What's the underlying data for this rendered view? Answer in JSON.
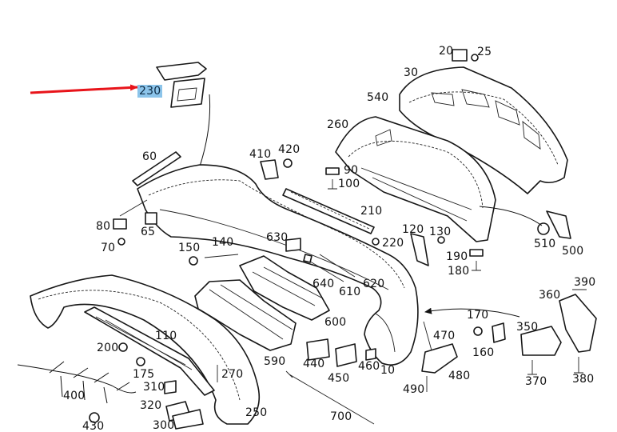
{
  "diagram": {
    "highlight_color": "#8cc4ea",
    "arrow_color": "#e8141a",
    "highlighted_part": "230",
    "labels": [
      "20",
      "25",
      "30",
      "540",
      "260",
      "410",
      "420",
      "90",
      "100",
      "60",
      "230",
      "80",
      "65",
      "70",
      "150",
      "140",
      "630",
      "210",
      "220",
      "120",
      "130",
      "190",
      "180",
      "510",
      "500",
      "640",
      "610",
      "620",
      "600",
      "390",
      "360",
      "200",
      "110",
      "175",
      "170",
      "470",
      "350",
      "160",
      "400",
      "310",
      "270",
      "320",
      "300",
      "430",
      "590",
      "440",
      "450",
      "460",
      "10",
      "480",
      "490",
      "370",
      "380",
      "250",
      "700"
    ]
  }
}
